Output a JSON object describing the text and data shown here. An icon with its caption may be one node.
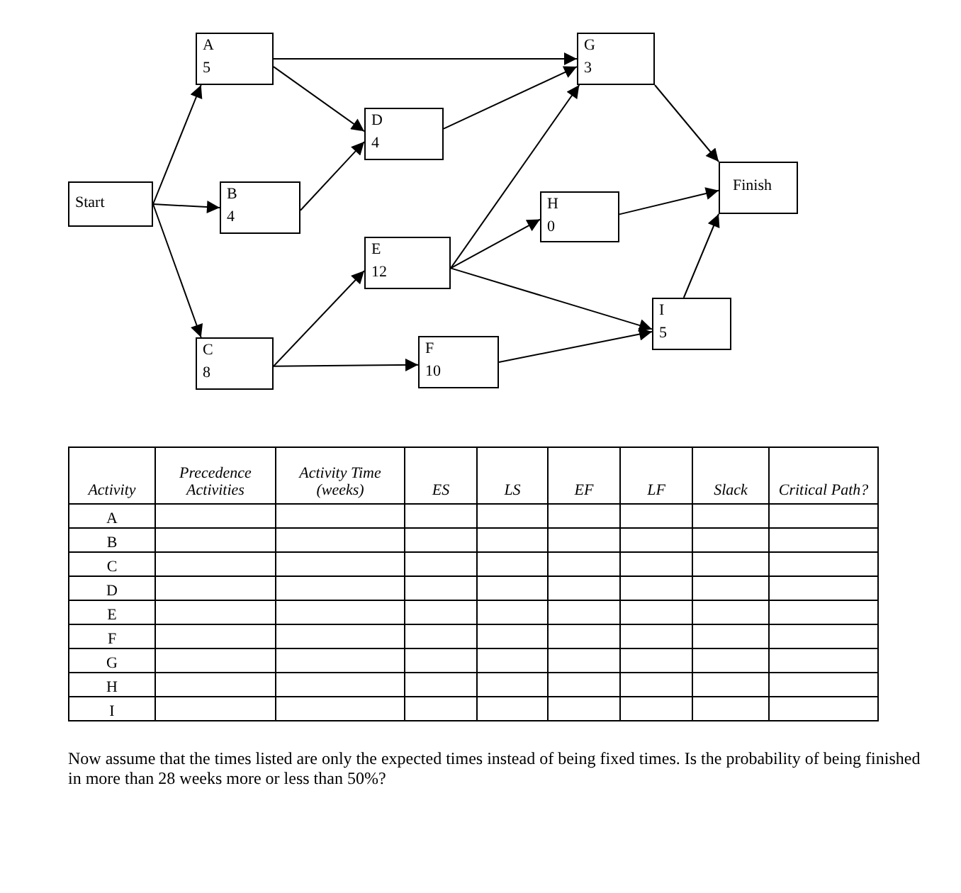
{
  "diagram": {
    "nodes": [
      {
        "text": [
          "Start"
        ]
      },
      {
        "text": [
          "A",
          "5"
        ]
      },
      {
        "text": [
          "B",
          "4"
        ]
      },
      {
        "text": [
          "C",
          "8"
        ]
      },
      {
        "text": [
          "D",
          "4"
        ]
      },
      {
        "text": [
          "E",
          "12"
        ]
      },
      {
        "text": [
          "F",
          "10"
        ]
      },
      {
        "text": [
          "G",
          "3"
        ]
      },
      {
        "text": [
          "H",
          "0"
        ]
      },
      {
        "text": [
          "I",
          "5"
        ]
      },
      {
        "text": [
          "Finish"
        ]
      }
    ],
    "edges": [
      {
        "from": 0,
        "to": 1,
        "arrow": "to"
      },
      {
        "from": 0,
        "to": 2,
        "arrow": "to"
      },
      {
        "from": 0,
        "to": 3,
        "arrow": "to"
      },
      {
        "from": 1,
        "to": 4,
        "arrow": "to"
      },
      {
        "from": 1,
        "to": 7,
        "arrow": "to"
      },
      {
        "from": 2,
        "to": 4,
        "arrow": "to"
      },
      {
        "from": 3,
        "to": 5,
        "arrow": "to"
      },
      {
        "from": 3,
        "to": 6,
        "arrow": "to"
      },
      {
        "from": 4,
        "to": 7,
        "arrow": "to"
      },
      {
        "from": 5,
        "to": 7,
        "arrow": "to"
      },
      {
        "from": 5,
        "to": 8,
        "arrow": "to"
      },
      {
        "from": 5,
        "to": 9,
        "arrow": "to"
      },
      {
        "from": 6,
        "to": 9,
        "arrow": "to"
      },
      {
        "from": 7,
        "to": 10,
        "arrow": "to"
      },
      {
        "from": 8,
        "to": 10,
        "arrow": "to"
      },
      {
        "from": 9,
        "to": 10,
        "arrow": "to"
      }
    ],
    "labels": [
      "Activity",
      "Precedence Activities",
      "Activity Time (weeks)",
      "ES",
      "LS",
      "EF",
      "LF",
      "Slack",
      "Critical Path?",
      "A",
      "B",
      "C",
      "D",
      "E",
      "F",
      "G",
      "H",
      "I",
      "Now assume that the times listed are only the expected times instead of being fixed times. Is the probability of being finished in more than 28 weeks more or less than 50%?"
    ]
  }
}
